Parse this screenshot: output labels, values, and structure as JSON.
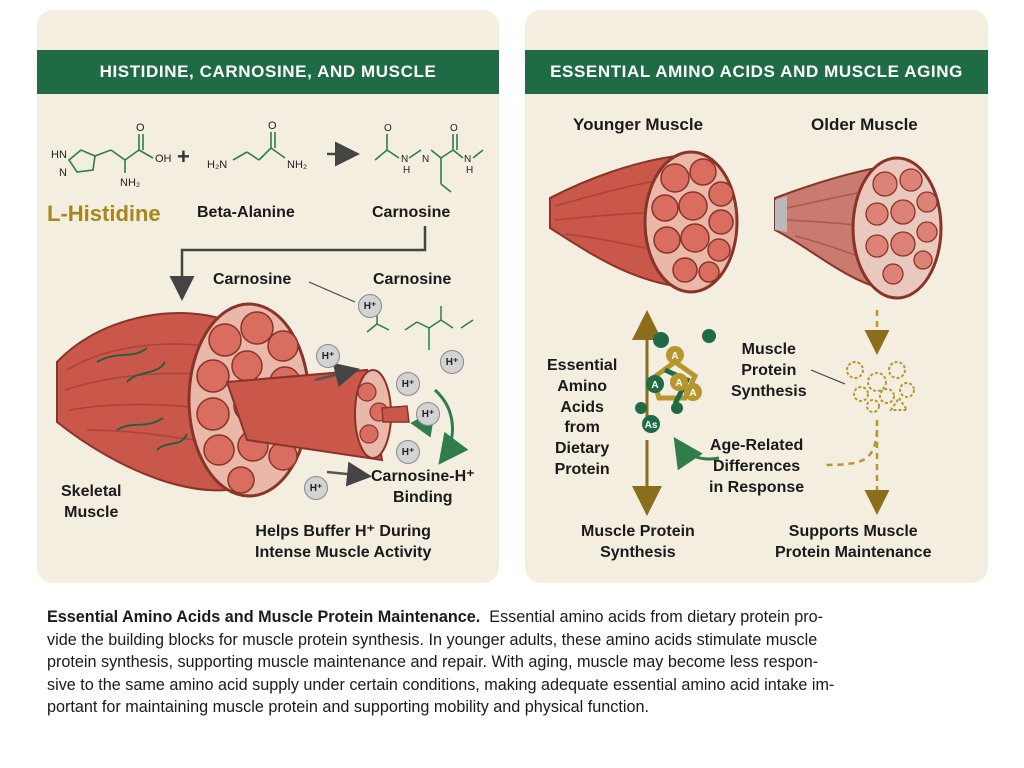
{
  "left_panel": {
    "title": "HISTIDINE, CARNOSINE, AND MUSCLE",
    "molecules": {
      "histidine_atoms": {
        "hn": "HN",
        "n": "N",
        "oh": "OH",
        "o": "O",
        "nh2": "NH₂"
      },
      "beta_alanine_atoms": {
        "h2n": "H₂N",
        "nh2": "NH₂",
        "o": "O"
      },
      "carnosine_atoms": {
        "n1": "N",
        "n2": "N",
        "h": "H",
        "o1": "O",
        "o2": "O",
        "n3": "N",
        "h2": "H"
      },
      "plus": "+"
    },
    "labels": {
      "l_histidine": "L-Histidine",
      "beta_alanine": "Beta-Alanine",
      "carnosine": "Carnosine",
      "carnosine_callout": "Carnosine",
      "carnosine_top": "Carnosine",
      "skeletal_muscle": "Skeletal\nMuscle",
      "binding": "Carnosine-H⁺\nBinding",
      "buffer": "Helps Buffer H⁺ During\nIntense Muscle Activity"
    },
    "h_ion": "H⁺",
    "colors": {
      "histidine": "#a8861c",
      "muscle": "#c9574a",
      "arrow_green": "#2e7d4a"
    }
  },
  "right_panel": {
    "title": "ESSENTIAL AMINO ACIDS AND MUSCLE AGING",
    "labels": {
      "younger": "Younger Muscle",
      "older": "Older Muscle",
      "eaa": "Essential\nAmino\nAcids\nfrom\nDietary\nProtein",
      "mps_mid": "Muscle\nProtein\nSynthesis",
      "age_diff": "Age-Related\nDifferences\nin Response",
      "mps_bottom": "Muscle Protein\nSynthesis",
      "supports": "Supports Muscle\nProtein Maintenance"
    },
    "amino_tags": {
      "a": "A",
      "as": "As"
    },
    "colors": {
      "gold": "#b8962e",
      "green": "#1f6b46"
    }
  },
  "caption": {
    "bold": "Essential Amino Acids and Muscle Protein Maintenance.",
    "text": "Essential amino acids from dietary protein pro-\nvide the building blocks for muscle protein synthesis. In younger adults, these amino acids stimulate muscle\nprotein synthesis, supporting muscle maintenance and repair. With aging, muscle may become less respon-\nsive to the same amino acid supply under certain conditions, making adequate essential amino acid intake im-\nportant for maintaining muscle protein and supporting mobility and physical function."
  }
}
